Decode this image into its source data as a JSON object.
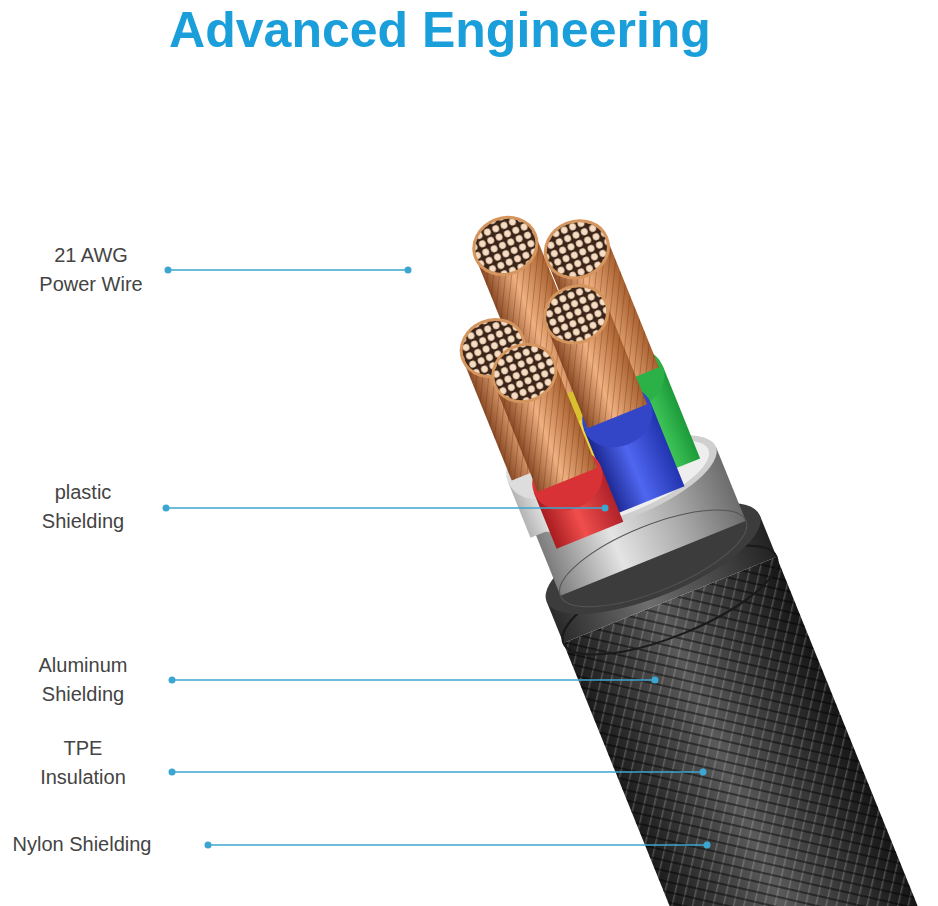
{
  "diagram": {
    "title": "Advanced Engineering",
    "labels": [
      "21 AWG Power Wire",
      "plastic Shielding",
      "Aluminum Shielding",
      "TPE Insulation",
      "Nylon Shielding"
    ]
  }
}
